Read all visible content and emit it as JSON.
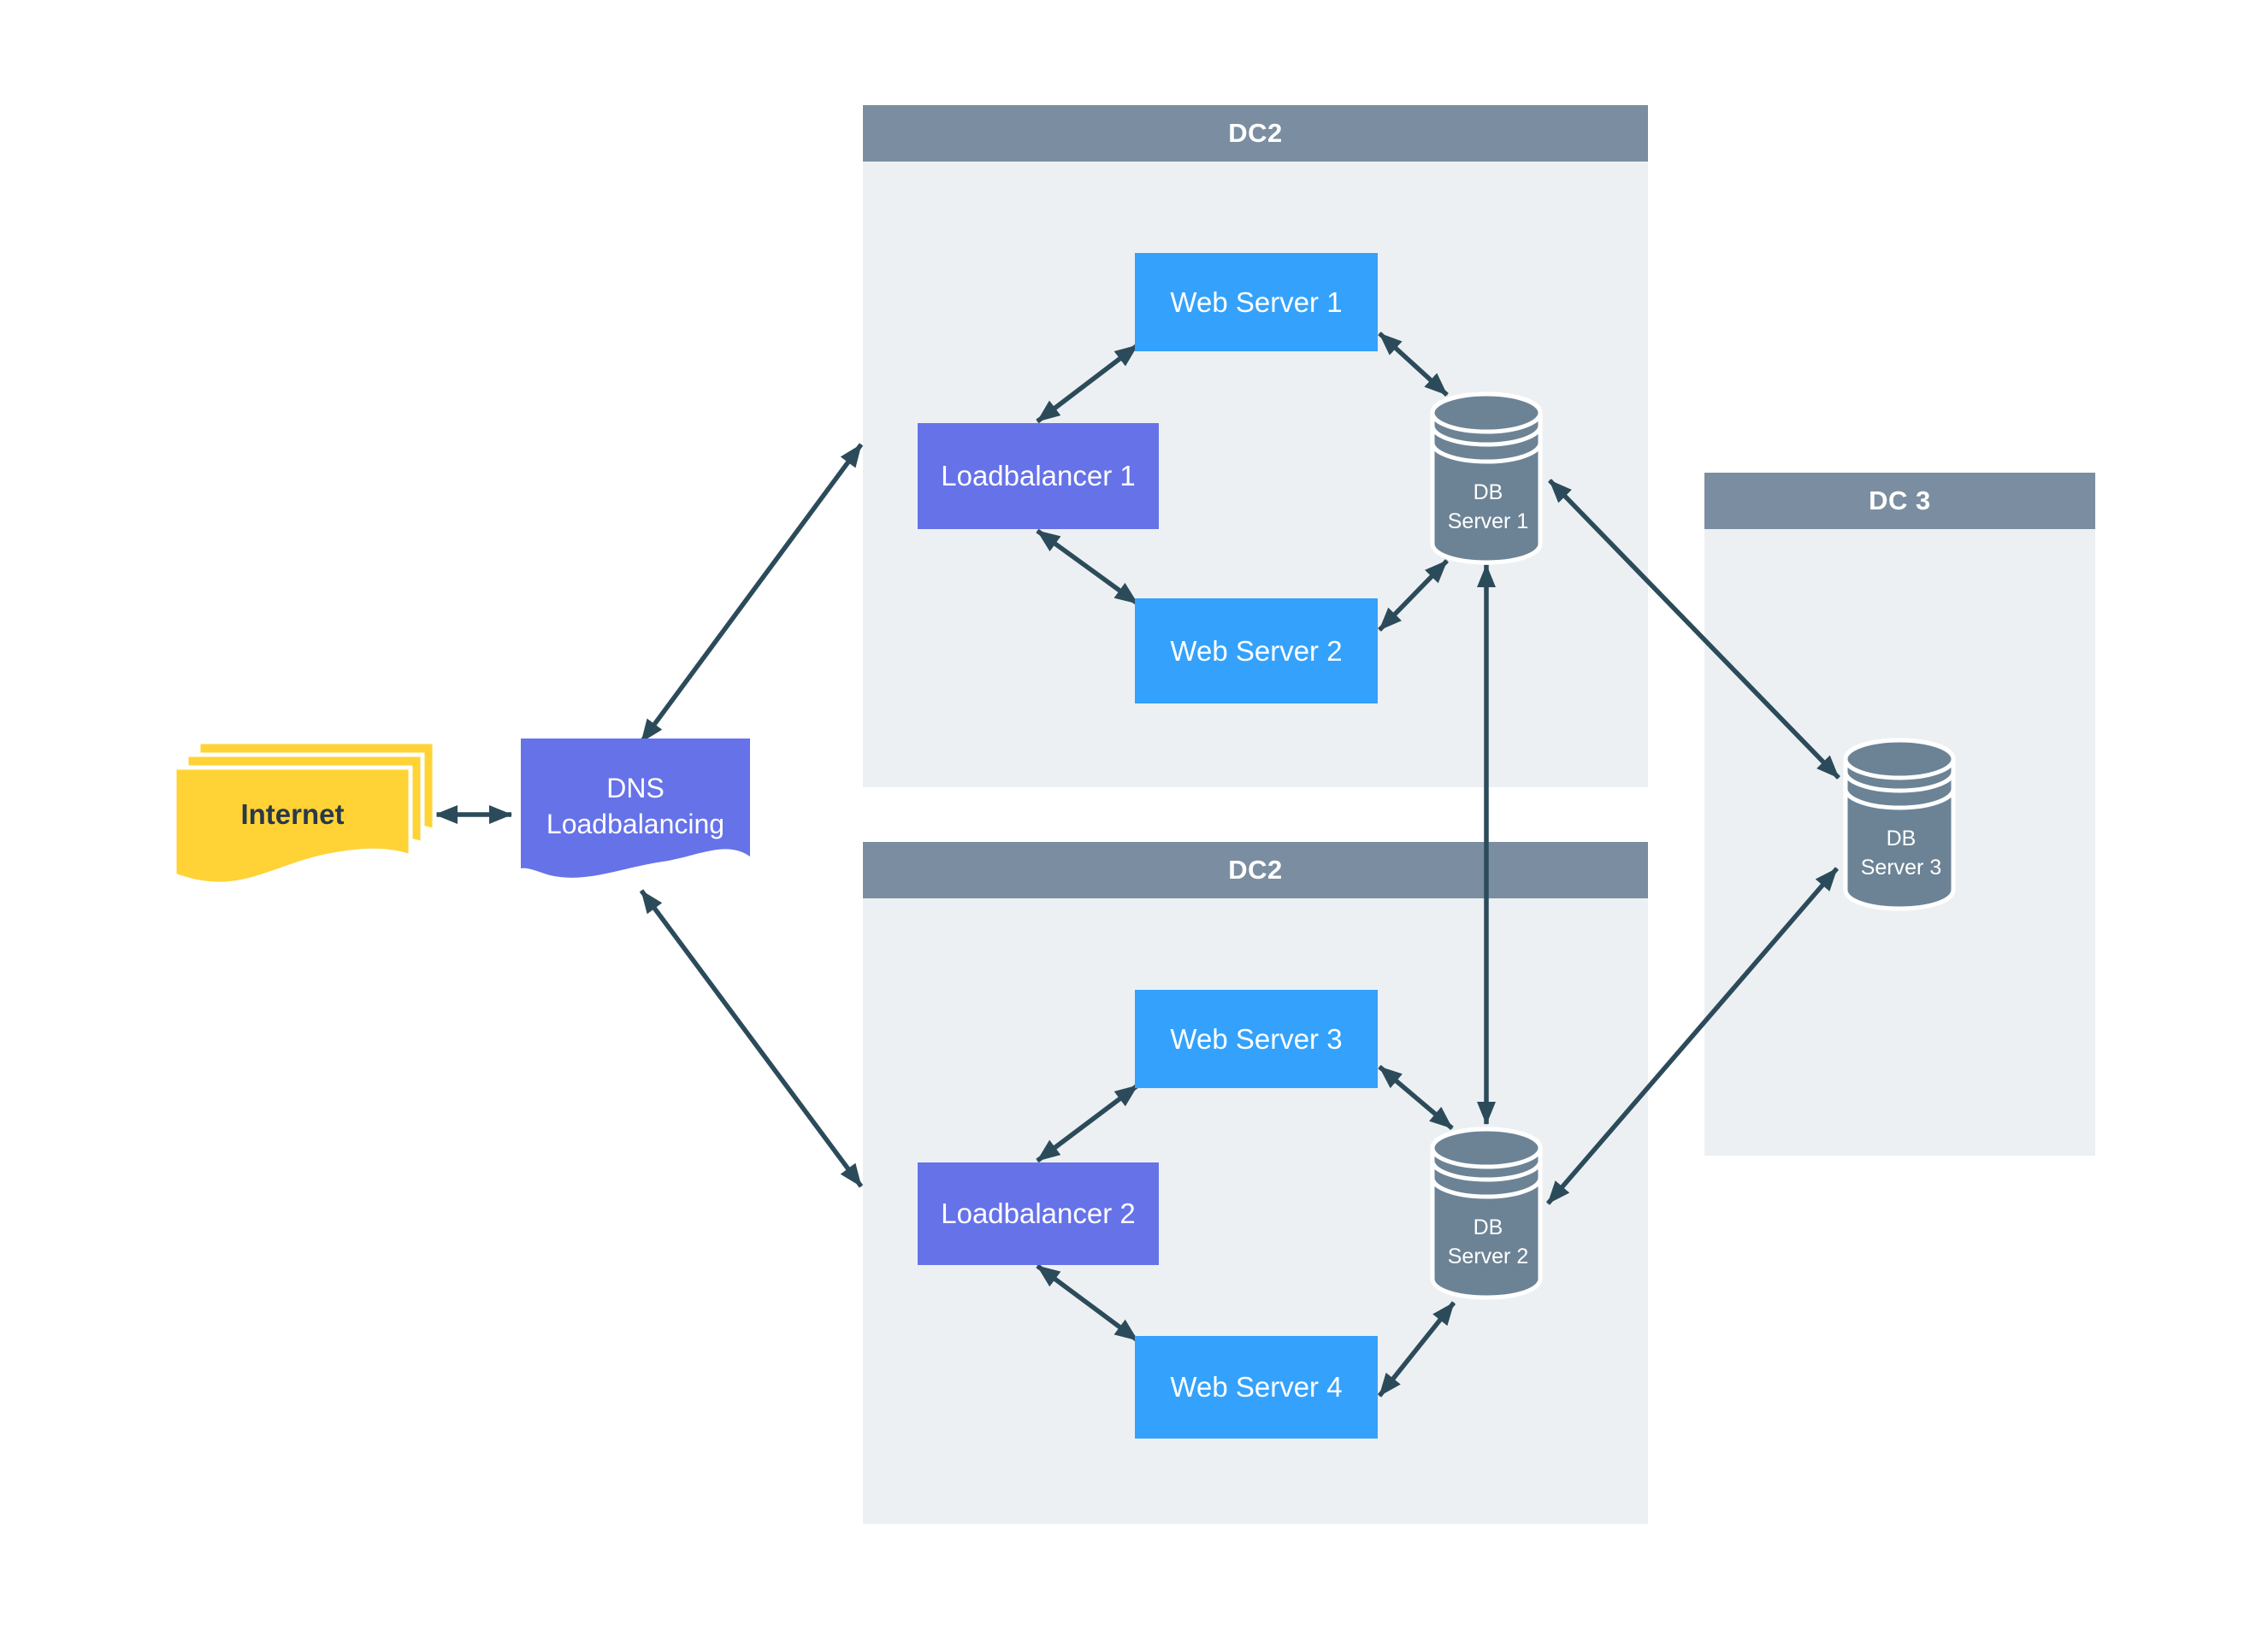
{
  "containers": {
    "dc2_top": {
      "title": "DC2"
    },
    "dc2_bottom": {
      "title": "DC2"
    },
    "dc3": {
      "title": "DC 3"
    }
  },
  "nodes": {
    "internet": {
      "label": "Internet",
      "type": "stacked-document",
      "color": "#ffd335"
    },
    "dns": {
      "label": "DNS Loadbalancing",
      "type": "document",
      "color": "#6672e8"
    },
    "lb1": {
      "label": "Loadbalancer 1",
      "type": "rectangle",
      "color": "#6672e8"
    },
    "lb2": {
      "label": "Loadbalancer 2",
      "type": "rectangle",
      "color": "#6672e8"
    },
    "ws1": {
      "label": "Web Server 1",
      "type": "rectangle",
      "color": "#34a2fc"
    },
    "ws2": {
      "label": "Web Server 2",
      "type": "rectangle",
      "color": "#34a2fc"
    },
    "ws3": {
      "label": "Web Server 3",
      "type": "rectangle",
      "color": "#34a2fc"
    },
    "ws4": {
      "label": "Web Server 4",
      "type": "rectangle",
      "color": "#34a2fc"
    },
    "db1": {
      "label": "DB Server 1",
      "type": "database-cylinder",
      "color": "#6c8396"
    },
    "db2": {
      "label": "DB Server 2",
      "type": "database-cylinder",
      "color": "#6c8396"
    },
    "db3": {
      "label": "DB Server 3",
      "type": "database-cylinder",
      "color": "#6c8396"
    }
  },
  "connections": [
    {
      "from": "Internet",
      "to": "DNS Loadbalancing",
      "bidirectional": true
    },
    {
      "from": "DNS Loadbalancing",
      "to": "DC2 (top)",
      "bidirectional": true
    },
    {
      "from": "DNS Loadbalancing",
      "to": "DC2 (bottom)",
      "bidirectional": true
    },
    {
      "from": "Loadbalancer 1",
      "to": "Web Server 1",
      "bidirectional": true
    },
    {
      "from": "Loadbalancer 1",
      "to": "Web Server 2",
      "bidirectional": true
    },
    {
      "from": "Web Server 1",
      "to": "DB Server 1",
      "bidirectional": true
    },
    {
      "from": "Web Server 2",
      "to": "DB Server 1",
      "bidirectional": true
    },
    {
      "from": "DB Server 1",
      "to": "DB Server 2",
      "bidirectional": true
    },
    {
      "from": "DB Server 1",
      "to": "DB Server 3",
      "bidirectional": true
    },
    {
      "from": "DB Server 2",
      "to": "DB Server 3",
      "bidirectional": true
    },
    {
      "from": "Loadbalancer 2",
      "to": "Web Server 3",
      "bidirectional": true
    },
    {
      "from": "Loadbalancer 2",
      "to": "Web Server 4",
      "bidirectional": true
    },
    {
      "from": "Web Server 3",
      "to": "DB Server 2",
      "bidirectional": true
    },
    {
      "from": "Web Server 4",
      "to": "DB Server 2",
      "bidirectional": true
    }
  ],
  "colors": {
    "background": "#ffffff",
    "container_header": "#7b8ea1",
    "container_body": "#edf0f3",
    "web_server": "#34a2fc",
    "loadbalancer": "#6672e8",
    "dns": "#6672e8",
    "internet": "#ffd335",
    "database": "#6c8396",
    "arrow": "#2c4b5a",
    "internet_text": "#2b3848",
    "node_text": "#ffffff"
  }
}
